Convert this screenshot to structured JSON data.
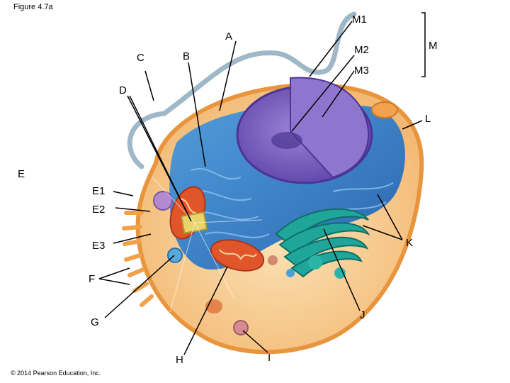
{
  "figure_title": "Figure 4.7a",
  "copyright": "© 2014 Pearson Education, Inc.",
  "labels": {
    "M1": "M1",
    "M": "M",
    "M2": "M2",
    "M3": "M3",
    "A": "A",
    "B": "B",
    "C": "C",
    "D": "D",
    "L": "L",
    "E": "E",
    "E1": "E1",
    "E2": "E2",
    "E3": "E3",
    "K": "K",
    "F": "F",
    "J": "J",
    "G": "G",
    "H": "H",
    "I": "I"
  },
  "colors": {
    "cytoplasm": "#f7c98a",
    "membrane": "#f0a24a",
    "er": "#2f7fd0",
    "nucleus": "#7b5fbf",
    "golgi": "#1fa59a",
    "mitochondria": "#e0562a",
    "flagellum": "#9fb8c8"
  }
}
